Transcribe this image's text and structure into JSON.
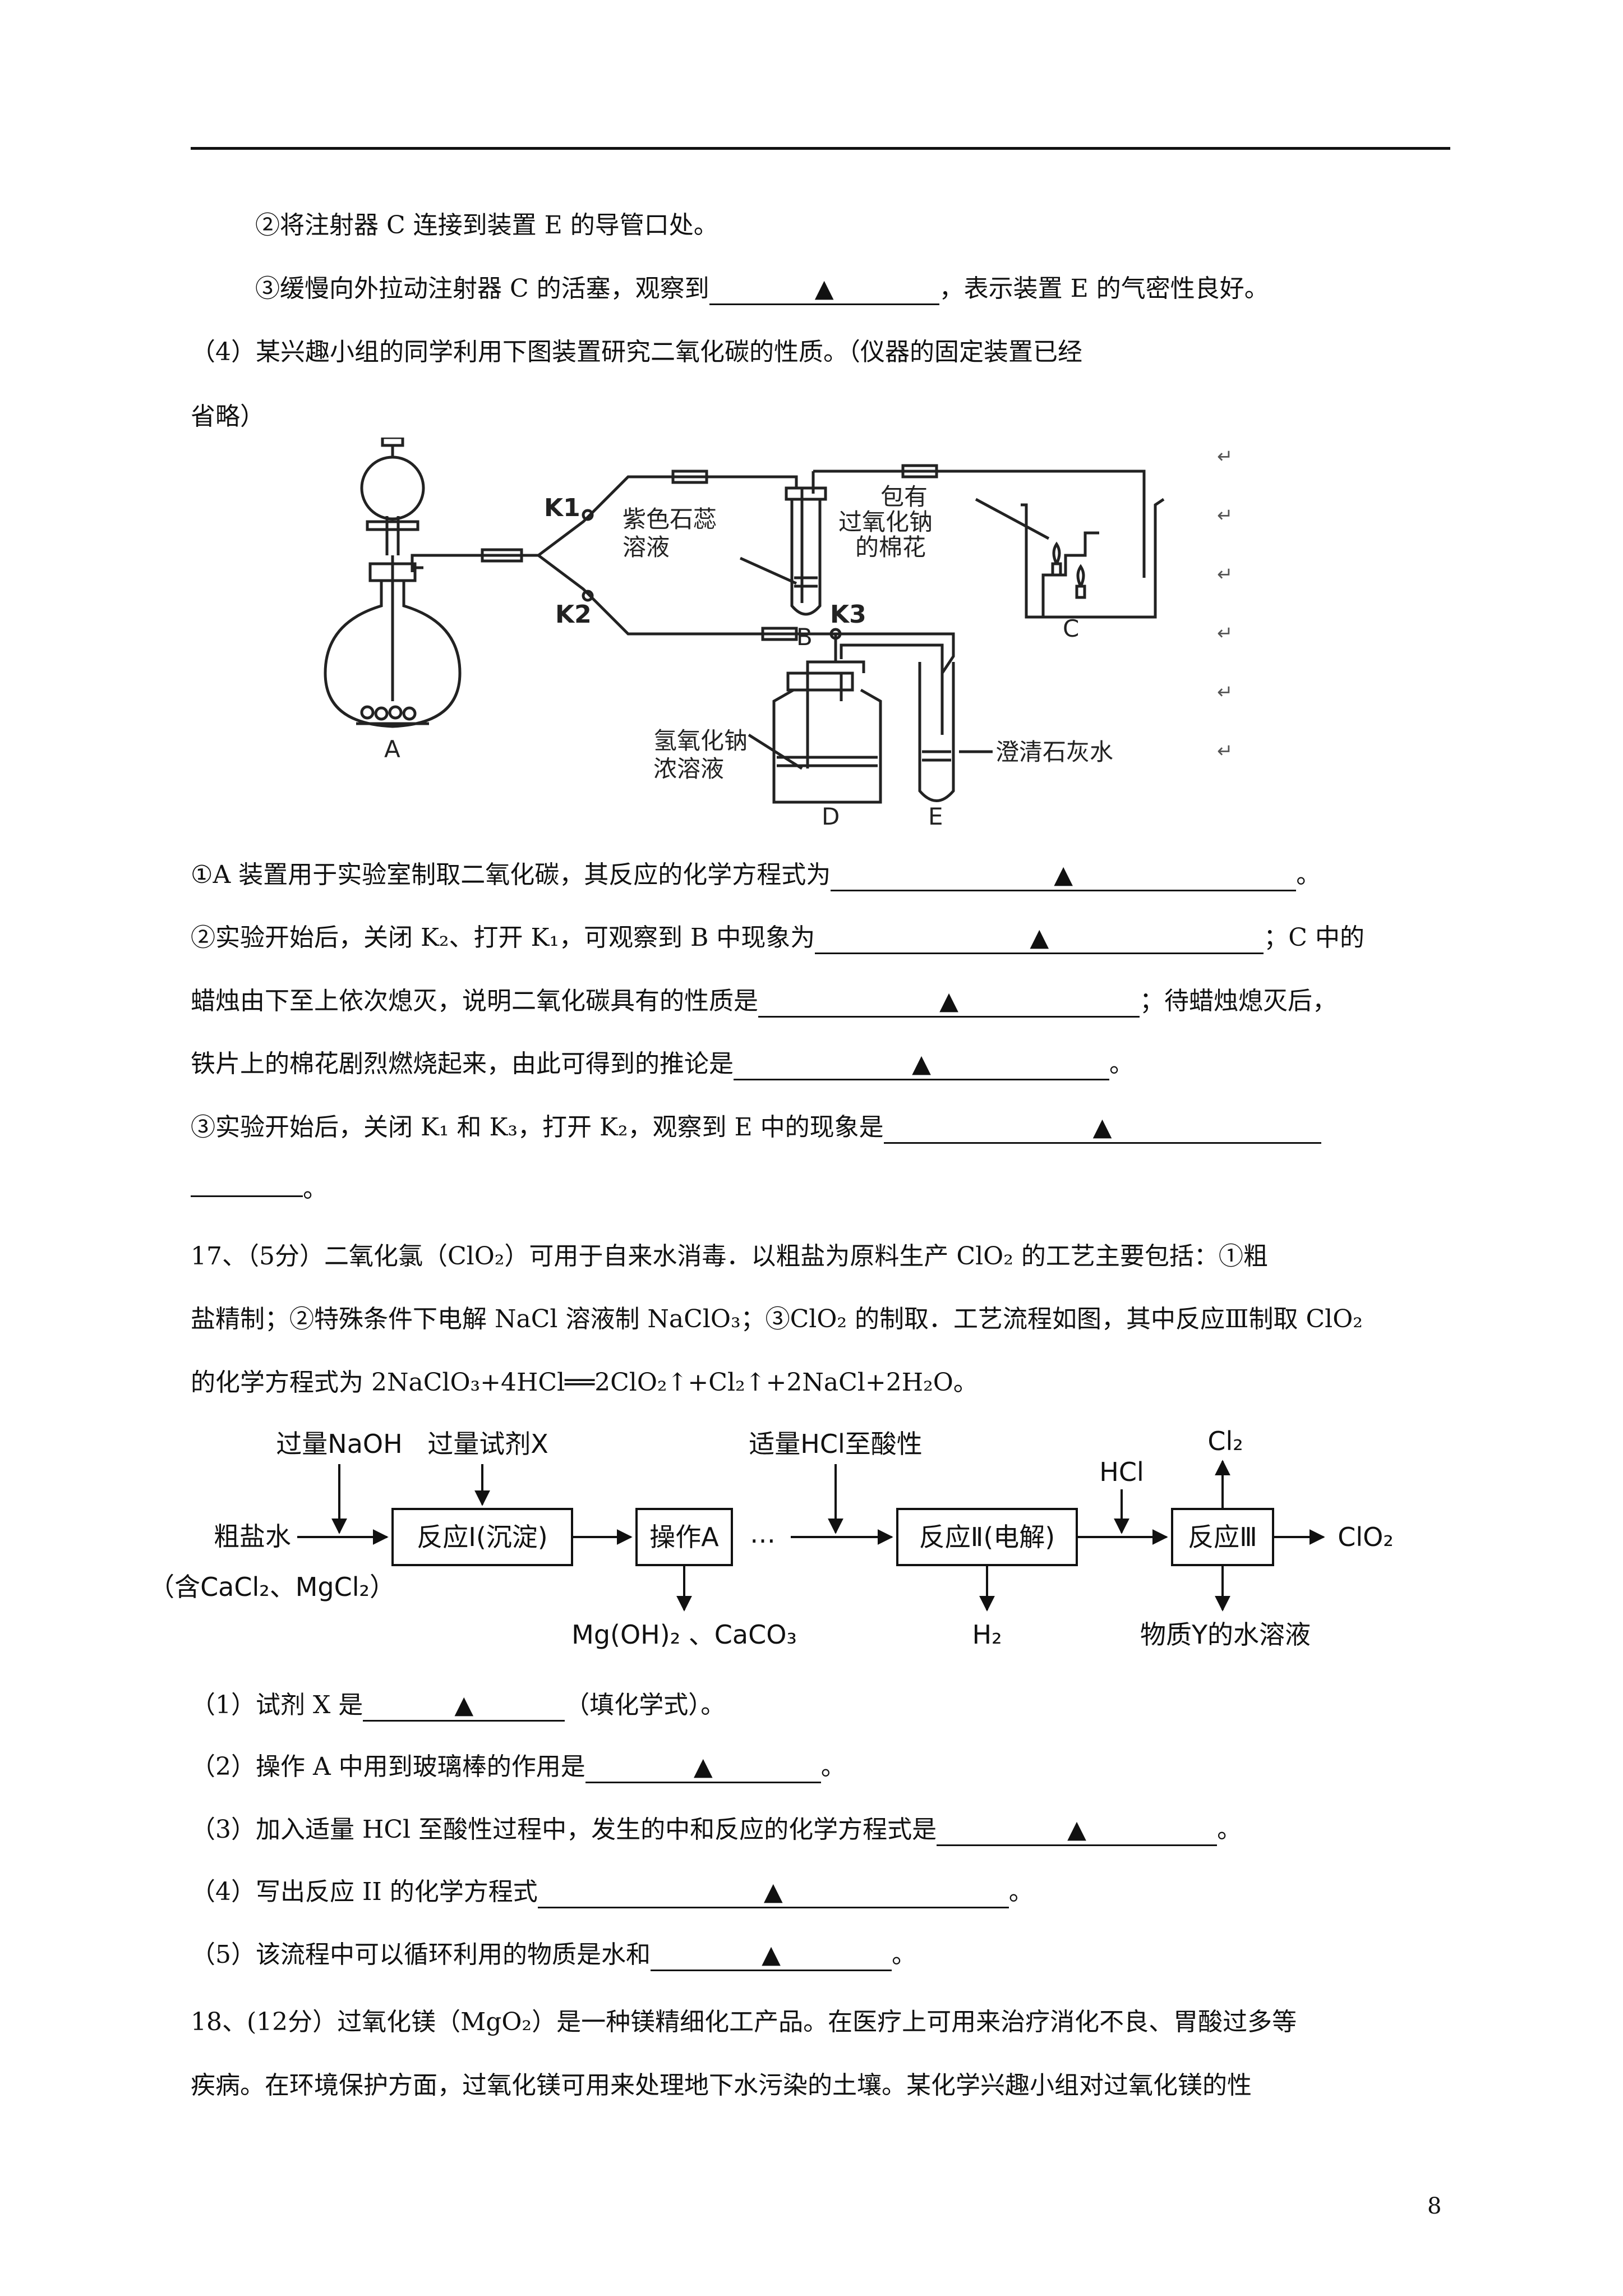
{
  "placeholder_mark": "▲",
  "lines": {
    "l1": "②将注射器 C 连接到装置 E 的导管口处。",
    "l2a": "③缓慢向外拉动注射器 C 的活塞，观察到",
    "l2b": "，表示装置 E 的气密性良好。",
    "l3": "（4）某兴趣小组的同学利用下图装置研究二氧化碳的性质。（仪器的固定装置已经",
    "l4": "省略）",
    "q4_1a": "①A 装置用于实验室制取二氧化碳，其反应的化学方程式为",
    "q4_1b": "。",
    "q4_2a": "②实验开始后，关闭 K₂、打开 K₁，可观察到 B 中现象为",
    "q4_2b": "；C 中的",
    "q4_3a": "蜡烛由下至上依次熄灭，说明二氧化碳具有的性质是",
    "q4_3b": "；待蜡烛熄灭后，",
    "q4_4a": "铁片上的棉花剧烈燃烧起来，由此可得到的推论是",
    "q4_4b": "。",
    "q4_5a": "③实验开始后，关闭 K₁ 和 K₃，打开 K₂，观察到 E 中的现象是",
    "q4_6b": "。",
    "q17_1": "17、（5分）二氧化氯（ClO₂）可用于自来水消毒．以粗盐为原料生产 ClO₂ 的工艺主要包括：①粗",
    "q17_2": "盐精制；②特殊条件下电解 NaCl 溶液制 NaClO₃；③ClO₂ 的制取．工艺流程如图，其中反应Ⅲ制取 ClO₂",
    "q17_3": "的化学方程式为 2NaClO₃+4HCl══2ClO₂↑+Cl₂↑+2NaCl+2H₂O。",
    "s1a": "（1）试剂 X 是",
    "s1b": "（填化学式）。",
    "s2a": "（2）操作 A 中用到玻璃棒的作用是",
    "s2b": "。",
    "s3a": "（3）加入适量 HCl 至酸性过程中，发生的中和反应的化学方程式是",
    "s3b": "。",
    "s4a": "（4）写出反应 II 的化学方程式",
    "s4b": "。",
    "s5a": "（5）该流程中可以循环利用的物质是水和",
    "s5b": "。",
    "q18_1": "18、(12分）过氧化镁（MgO₂）是一种镁精细化工产品。在医疗上可用来治疗消化不良、胃酸过多等",
    "q18_2": "疾病。在环境保护方面，过氧化镁可用来处理地下水污染的土壤。某化学兴趣小组对过氧化镁的性"
  },
  "apparatus": {
    "k1": "K1",
    "k2": "K2",
    "k3": "K3",
    "a": "A",
    "b": "B",
    "c": "C",
    "d": "D",
    "e": "E",
    "litmus_1": "紫色石蕊",
    "litmus_2": "溶液",
    "cotton_1": "包有",
    "cotton_2": "过氧化钠",
    "cotton_3": "的棉花",
    "naoh_1": "氢氧化钠",
    "naoh_2": "浓溶液",
    "limewater": "澄清石灰水",
    "return_mark": "↵"
  },
  "flow": {
    "naoh": "过量NaOH",
    "reagent_x": "过量试剂X",
    "hcl_acid": "适量HCl至酸性",
    "hcl": "HCl",
    "cl2": "Cl₂",
    "brine_1": "粗盐水",
    "brine_2": "（含CaCl₂、MgCl₂）",
    "r1": "反应Ⅰ(沉淀)",
    "opA": "操作A",
    "dots": "…",
    "r2": "反应Ⅱ(电解)",
    "r3": "反应Ⅲ",
    "clo2": "ClO₂",
    "precip": "Mg(OH)₂ 、CaCO₃",
    "h2": "H₂",
    "y": "物质Y的水溶液"
  },
  "page_number": "8"
}
